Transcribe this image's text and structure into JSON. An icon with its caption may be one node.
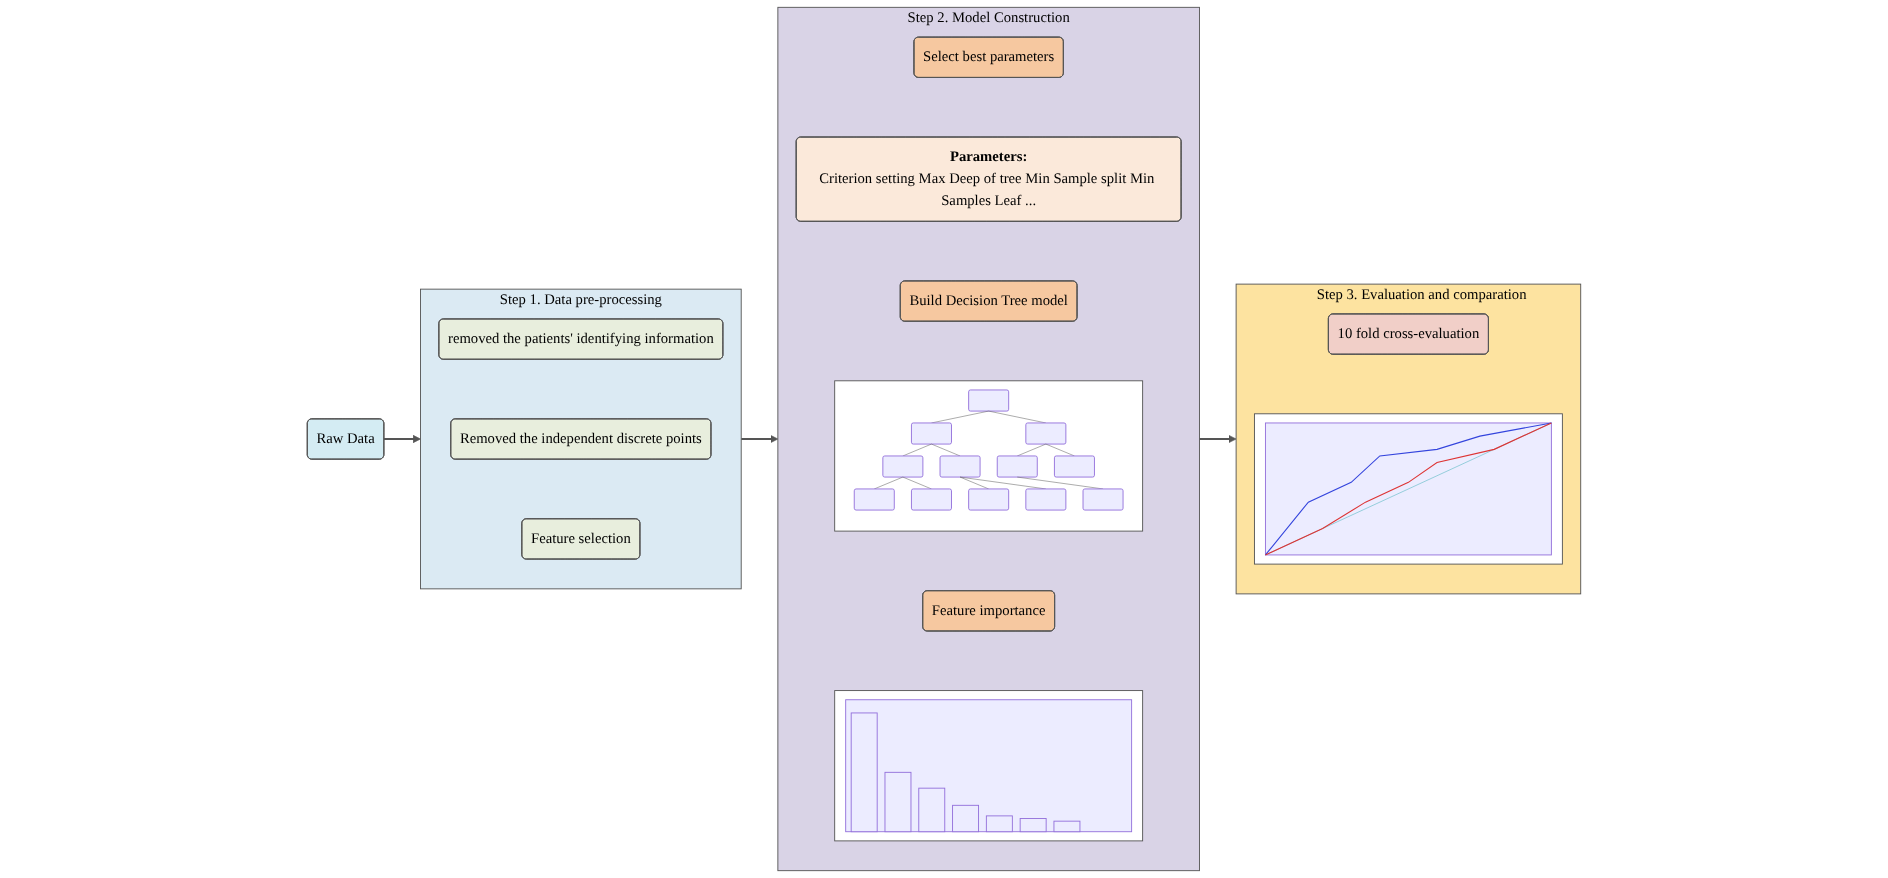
{
  "diagram": {
    "nodes": [
      {
        "text": [
          "Raw Data"
        ]
      },
      {
        "text": [
          "Step 1. Data pre-processing"
        ]
      },
      {
        "text": [
          "removed the patients' identifying information"
        ],
        "in": 1
      },
      {
        "text": [
          "Removed the independent discrete points"
        ],
        "in": 1
      },
      {
        "text": [
          "Feature selection"
        ],
        "in": 1
      },
      {
        "text": [
          "Step 2. Model Construction"
        ]
      },
      {
        "text": [
          "Select best parameters"
        ],
        "in": 5
      },
      {
        "text": [
          "Parameters:",
          "Criterion setting Max Deep of tree Min Sample split Min Samples Leaf ..."
        ],
        "in": 5
      },
      {
        "text": [
          "Build Decision Tree model"
        ],
        "in": 5
      },
      {
        "text": [],
        "shape": "picture",
        "in": 5
      },
      {
        "text": [
          "Feature importance"
        ],
        "in": 5
      },
      {
        "text": [],
        "shape": "picture",
        "in": 5
      },
      {
        "text": [
          "Step 3. Evaluation and comparation"
        ]
      },
      {
        "text": [
          "10 fold cross-evaluation"
        ],
        "in": 12
      },
      {
        "text": [],
        "shape": "picture",
        "in": 12
      }
    ],
    "edges": [
      {
        "from": 0,
        "to": 1,
        "arrow": "to"
      },
      {
        "from": 1,
        "to": 5,
        "arrow": "to"
      },
      {
        "from": 5,
        "to": 12,
        "arrow": "to"
      }
    ]
  }
}
